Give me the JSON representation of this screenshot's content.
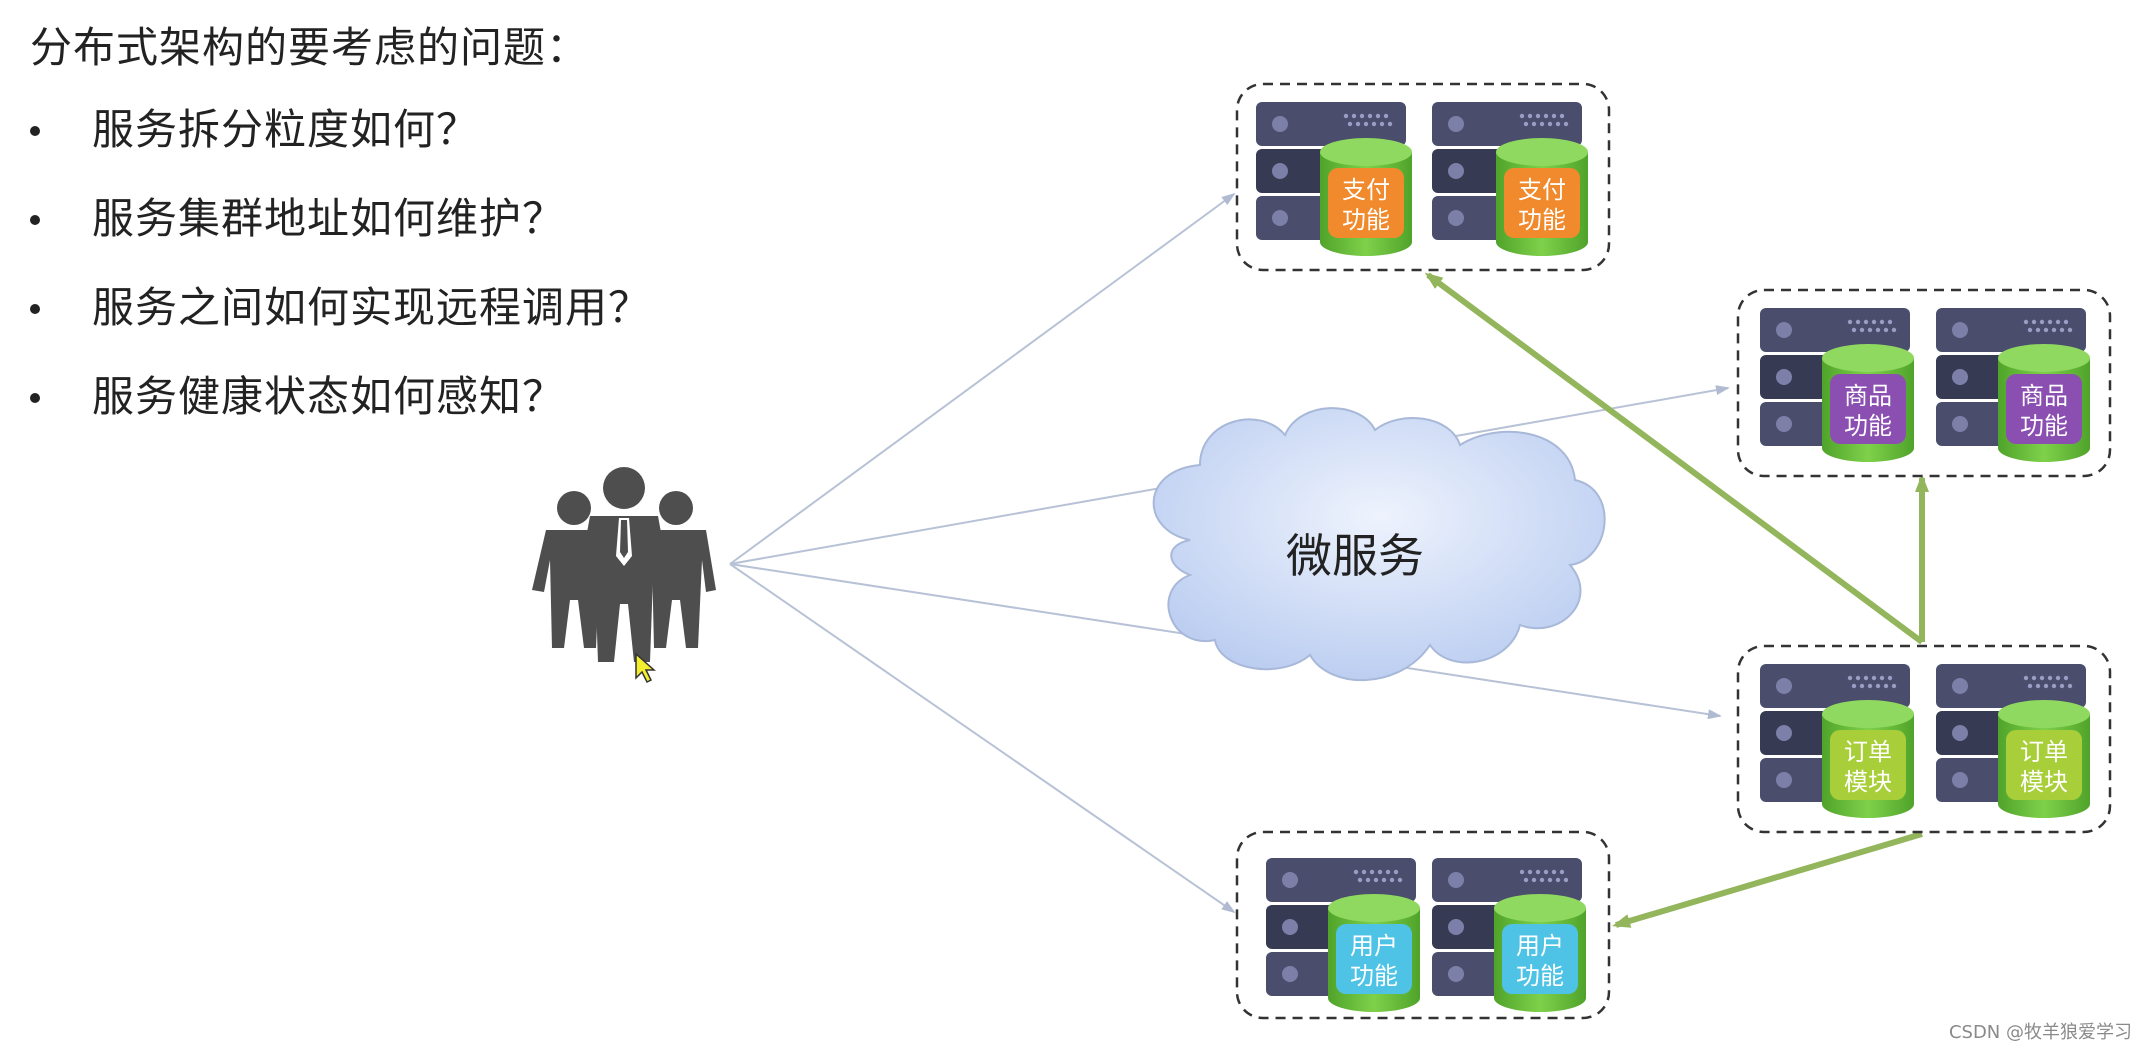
{
  "title": "分布式架构的要考虑的问题：",
  "bullets": [
    "服务拆分粒度如何？",
    "服务集群地址如何维护？",
    "服务之间如何实现远程调用？",
    "服务健康状态如何感知？"
  ],
  "cloud_label": "微服务",
  "clusters": {
    "pay": {
      "label_line1": "支付",
      "label_line2": "功能",
      "color": "#f08a2c"
    },
    "goods": {
      "label_line1": "商品",
      "label_line2": "功能",
      "color": "#8a4fb0"
    },
    "order": {
      "label_line1": "订单",
      "label_line2": "模块",
      "color": "#a8cf3a"
    },
    "user": {
      "label_line1": "用户",
      "label_line2": "功能",
      "color": "#4fc3e6"
    }
  },
  "watermark": "CSDN @牧羊狼爱学习",
  "icons": [
    "users-group-icon",
    "cloud-icon",
    "server-rack-icon",
    "database-cylinder-icon",
    "mouse-cursor-icon"
  ],
  "colors": {
    "server": "#4a4d6b",
    "server_dark": "#363a52",
    "db_green": "#6bbf3c",
    "green_arrow": "#93b55c",
    "gray_arrow": "#b8c2d6",
    "cloud_fill": "#cad8f3",
    "cloud_stroke": "#a8b8d8",
    "people": "#4e4e4e"
  }
}
